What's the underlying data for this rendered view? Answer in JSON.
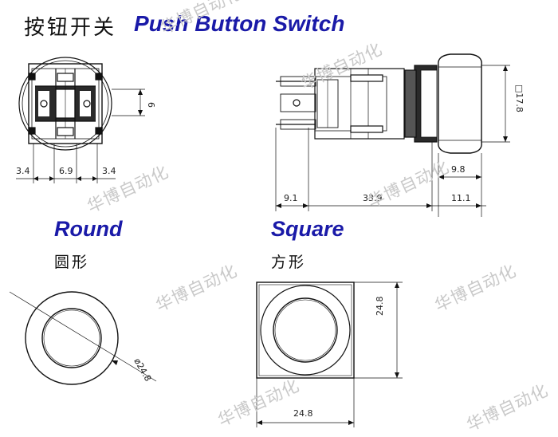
{
  "header": {
    "title_cn": "按钮开关",
    "title_en": "Push Button Switch"
  },
  "sections": {
    "round": {
      "label_en": "Round",
      "label_cn": "圆形"
    },
    "square": {
      "label_en": "Square",
      "label_cn": "方形"
    }
  },
  "dimensions": {
    "front_height": "6",
    "front_left": "3.4",
    "front_mid": "6.9",
    "front_right": "3.4",
    "side_square": "□17.8",
    "side_cap": "9.8",
    "side_pins": "9.1",
    "side_body": "33.9",
    "side_bezel": "11.1",
    "round_diameter": "ø24.8",
    "square_height": "24.8",
    "square_width": "24.8"
  },
  "watermark": "华博自动化"
}
